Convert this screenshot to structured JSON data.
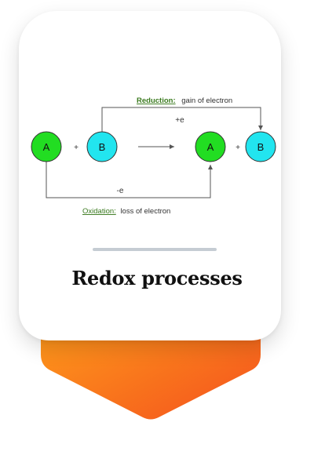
{
  "card": {
    "title": "Redox processes"
  },
  "diagram": {
    "left_species": [
      {
        "label": "A",
        "color": "#22dd22"
      },
      {
        "label": "B",
        "color": "#22e5ef"
      }
    ],
    "right_species": [
      {
        "label": "A",
        "color": "#22dd22"
      },
      {
        "label": "B",
        "color": "#22e5ef"
      }
    ],
    "plus_sign": "+",
    "reduction": {
      "term": "Reduction:",
      "description": "gain of electron",
      "electron": "+e",
      "color": "#3a7a1e"
    },
    "oxidation": {
      "term": "Oxidation:",
      "description": "loss of electron",
      "electron": "-e",
      "color": "#3a7a1e"
    }
  },
  "colors": {
    "chevron_start": "#ffa21a",
    "chevron_end": "#f4511e",
    "divider": "#c5ccd3"
  }
}
